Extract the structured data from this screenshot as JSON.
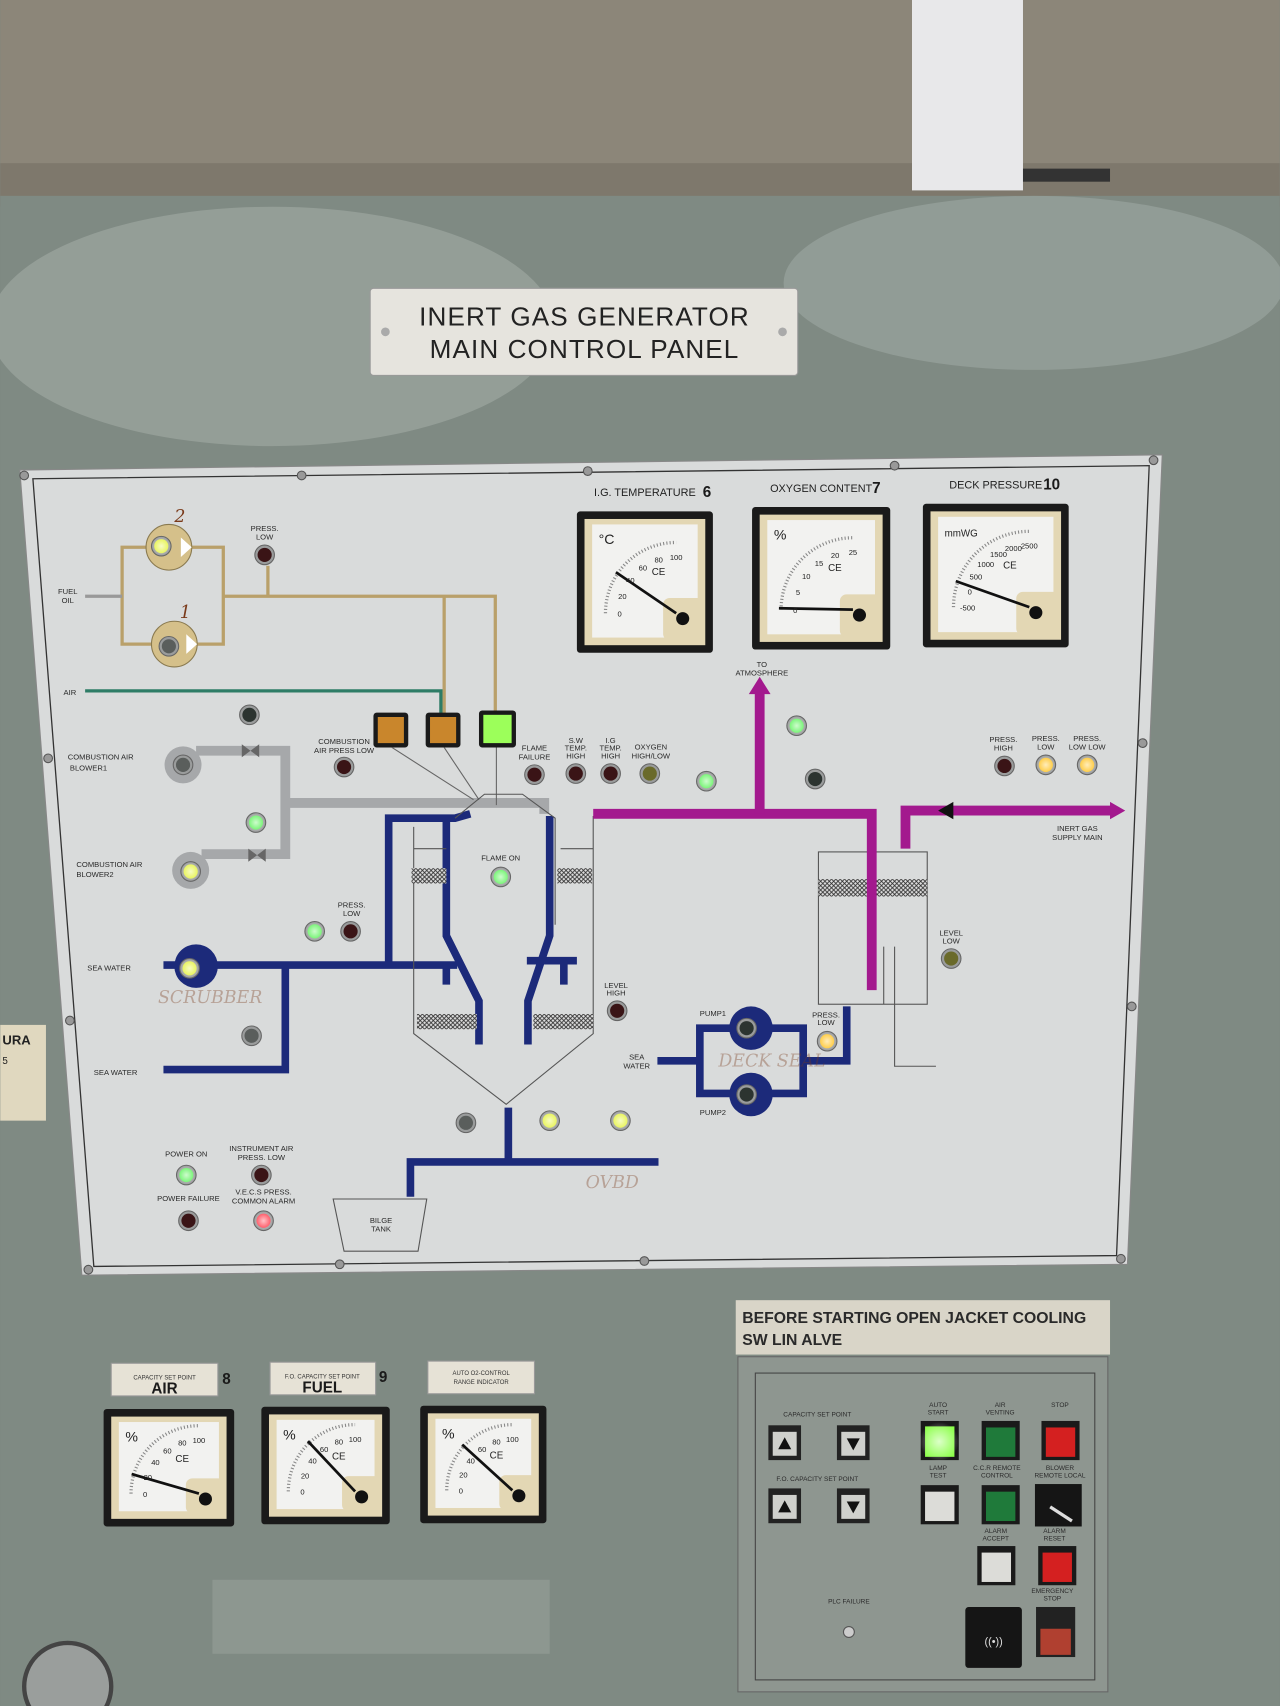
{
  "title_plate": {
    "line1": "INERT GAS GENERATOR",
    "line2": "MAIN CONTROL PANEL"
  },
  "gauges_top": [
    {
      "title": "I.G. TEMPERATURE",
      "annotation": "6",
      "unit": "°C",
      "ticks": [
        "0",
        "20",
        "40",
        "60",
        "80",
        "100"
      ],
      "min": 0,
      "max": 100,
      "value": 38
    },
    {
      "title": "OXYGEN CONTENT",
      "annotation": "7",
      "unit": "%",
      "ticks": [
        "0",
        "5",
        "10",
        "15",
        "20",
        "25"
      ],
      "min": 0,
      "max": 25,
      "value": 0.3
    },
    {
      "title": "DECK PRESSURE",
      "annotation": "10",
      "unit": "mmWG",
      "ticks": [
        "-500",
        "0",
        "500",
        "1000",
        "1500",
        "2000",
        "2500"
      ],
      "min": -500,
      "max": 2500,
      "value": 150
    }
  ],
  "gauges_bottom": [
    {
      "plate": "CAPACITY SET POINT",
      "handwritten": "AIR",
      "annotation": "8",
      "unit": "%",
      "ticks": [
        "0",
        "20",
        "40",
        "60",
        "80",
        "100"
      ],
      "min": 0,
      "max": 100,
      "value": 18
    },
    {
      "plate": "F.O. CAPACITY SET POINT",
      "handwritten": "FUEL",
      "annotation": "9",
      "unit": "%",
      "ticks": [
        "0",
        "20",
        "40",
        "60",
        "80",
        "100"
      ],
      "min": 0,
      "max": 100,
      "value": 52
    },
    {
      "plate_line1": "AUTO O2-CONTROL",
      "plate_line2": "RANGE INDICATOR",
      "unit": "%",
      "ticks": [
        "0",
        "20",
        "40",
        "60",
        "80",
        "100"
      ],
      "min": 0,
      "max": 100,
      "value": 47
    }
  ],
  "mimic": {
    "labels": {
      "fuel_oil": [
        "FUEL",
        "OIL"
      ],
      "fuel_press_low": [
        "PRESS.",
        "LOW"
      ],
      "air": "AIR",
      "blower1": [
        "COMBUSTION AIR",
        "BLOWER1"
      ],
      "blower2": [
        "COMBUSTION AIR",
        "BLOWER2"
      ],
      "comb_air_press_low": [
        "COMBUSTION",
        "AIR PRESS LOW"
      ],
      "flame_failure": [
        "FLAME",
        "FAILURE"
      ],
      "sw_temp_high": [
        "S.W",
        "TEMP.",
        "HIGH"
      ],
      "ig_temp_high": [
        "I.G",
        "TEMP.",
        "HIGH"
      ],
      "oxygen_high_low": [
        "OXYGEN",
        "HIGH/LOW"
      ],
      "flame_on": "FLAME ON",
      "to_atmosphere": [
        "TO",
        "ATMOSPHERE"
      ],
      "press_high": [
        "PRESS.",
        "HIGH"
      ],
      "press_low": [
        "PRESS.",
        "LOW"
      ],
      "press_low_low": [
        "PRESS.",
        "LOW LOW"
      ],
      "inert_gas_supply_main": [
        "INERT GAS",
        "SUPPLY MAIN"
      ],
      "sea_water_1": "SEA WATER",
      "sea_water_2": "SEA WATER",
      "sw_press_low": [
        "PRESS.",
        "LOW"
      ],
      "level_high": [
        "LEVEL",
        "HIGH"
      ],
      "level_low": [
        "LEVEL",
        "LOW"
      ],
      "pump1": "PUMP1",
      "pump2": "PUMP2",
      "sea_water_3": [
        "SEA",
        "WATER"
      ],
      "pump_press_low": [
        "PRESS.",
        "LOW"
      ],
      "power_on": "POWER ON",
      "instrument_air": [
        "INSTRUMENT AIR",
        "PRESS. LOW"
      ],
      "power_failure": "POWER FAILURE",
      "vecs_alarm": [
        "V.E.C.S PRESS.",
        "COMMON ALARM"
      ],
      "bilge_tank": [
        "BILGE",
        "TANK"
      ]
    },
    "handwritten": {
      "pump2_no": "1",
      "pump1_no": "2",
      "scrubber": "SCRUBBER",
      "deck_seal": "DECK SEAL",
      "overboard": "OVBD"
    },
    "led_colors": {
      "green": "#5cf25a",
      "yellow": "#e4f23a",
      "amber": "#ffc21e",
      "red": "#ff3a4a",
      "off-red": "#3a1416",
      "off-dark": "#2c3430",
      "off-gray": "#5a5e5c",
      "off-yellow": "#6a6a2a"
    },
    "leds": [
      {
        "name": "fuel-pump-2",
        "state": "yellow"
      },
      {
        "name": "fuel-pump-1",
        "state": "off-gray"
      },
      {
        "name": "fuel-press-low",
        "state": "off-red"
      },
      {
        "name": "blower1-valve",
        "state": "off-dark"
      },
      {
        "name": "blower1-run",
        "state": "off-gray"
      },
      {
        "name": "comb-air-press-low",
        "state": "off-red"
      },
      {
        "name": "blower2-valve",
        "state": "green"
      },
      {
        "name": "blower2-run",
        "state": "yellow"
      },
      {
        "name": "flame-failure",
        "state": "off-red"
      },
      {
        "name": "sw-temp-high",
        "state": "off-red"
      },
      {
        "name": "ig-temp-high",
        "state": "off-red"
      },
      {
        "name": "oxygen-high-low",
        "state": "off-yellow"
      },
      {
        "name": "flame-on",
        "state": "green"
      },
      {
        "name": "scrubber-outlet-valve",
        "state": "green"
      },
      {
        "name": "atmosphere-valve",
        "state": "green"
      },
      {
        "name": "deck-valve",
        "state": "off-dark"
      },
      {
        "name": "press-high",
        "state": "off-red"
      },
      {
        "name": "press-low",
        "state": "amber"
      },
      {
        "name": "press-low-low",
        "state": "amber"
      },
      {
        "name": "sea-water-pump",
        "state": "yellow"
      },
      {
        "name": "sw-valve",
        "state": "green"
      },
      {
        "name": "sw-press-low",
        "state": "off-red"
      },
      {
        "name": "sw-valve-2",
        "state": "off-gray"
      },
      {
        "name": "level-high",
        "state": "off-red"
      },
      {
        "name": "deck-seal-pump1",
        "state": "off-dark"
      },
      {
        "name": "deck-seal-pump2",
        "state": "off-dark"
      },
      {
        "name": "pump-press-low",
        "state": "amber"
      },
      {
        "name": "level-low",
        "state": "off-yellow"
      },
      {
        "name": "bilge-valve-1",
        "state": "off-gray"
      },
      {
        "name": "bilge-valve-2",
        "state": "yellow"
      },
      {
        "name": "bilge-valve-3",
        "state": "yellow"
      },
      {
        "name": "power-on",
        "state": "green"
      },
      {
        "name": "instrument-air-press-low",
        "state": "off-red"
      },
      {
        "name": "power-failure",
        "state": "off-red"
      },
      {
        "name": "vecs-common-alarm",
        "state": "red"
      }
    ]
  },
  "control_box": {
    "warning": {
      "line1": "BEFORE STARTING OPEN JACKET COOLING",
      "line2": "SW LIN   ALVE"
    },
    "capacity_set_point": "CAPACITY SET POINT",
    "fo_capacity_set_point": "F.O. CAPACITY SET POINT",
    "auto_start": [
      "AUTO",
      "START"
    ],
    "air_venting": [
      "AIR",
      "VENTING"
    ],
    "stop": "STOP",
    "lamp_test": [
      "LAMP",
      "TEST"
    ],
    "ccr_remote": [
      "C.C.R REMOTE",
      "CONTROL"
    ],
    "blower_remote_local": [
      "BLOWER",
      "REMOTE  LOCAL"
    ],
    "alarm_accept": [
      "ALARM",
      "ACCEPT"
    ],
    "alarm_reset": [
      "ALARM",
      "RESET"
    ],
    "emergency_stop": [
      "EMERGENCY",
      "STOP"
    ],
    "plc_failure": "PLC FAILURE"
  },
  "side_sticker": {
    "line1": "URA",
    "line2": "5"
  }
}
